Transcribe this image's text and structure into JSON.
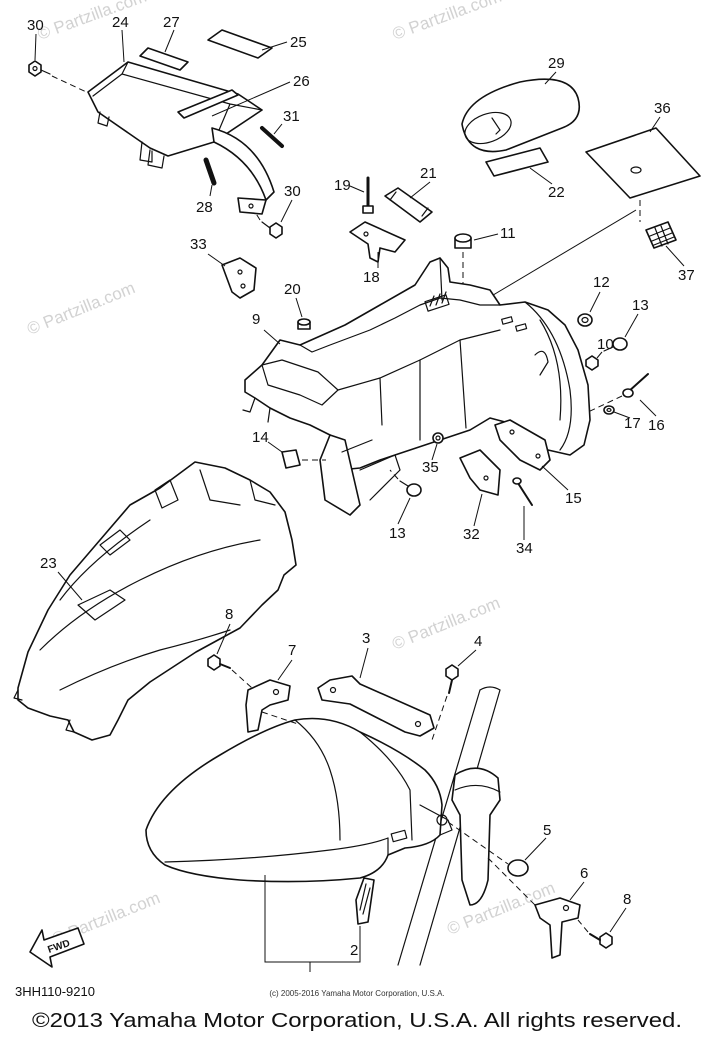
{
  "callouts": [
    "30",
    "24",
    "27",
    "25",
    "26",
    "31",
    "28",
    "30",
    "29",
    "36",
    "22",
    "37",
    "19",
    "21",
    "18",
    "11",
    "33",
    "20",
    "12",
    "13",
    "9",
    "10",
    "16",
    "17",
    "14",
    "35",
    "15",
    "13",
    "32",
    "34",
    "23",
    "8",
    "7",
    "3",
    "4",
    "5",
    "6",
    "8",
    "2"
  ],
  "fwd_label": "FWD",
  "diagram_code": "3HH110-9210",
  "inner_copyright": "(c) 2005-2016 Yamaha Motor Corporation, U.S.A.",
  "footer_copyright": "©2013 Yamaha Motor Corporation, U.S.A. All rights reserved.",
  "watermark": "© Partzilla.com",
  "colors": {
    "ink": "#111111",
    "watermark": "#d2d2d2",
    "background": "#ffffff"
  }
}
